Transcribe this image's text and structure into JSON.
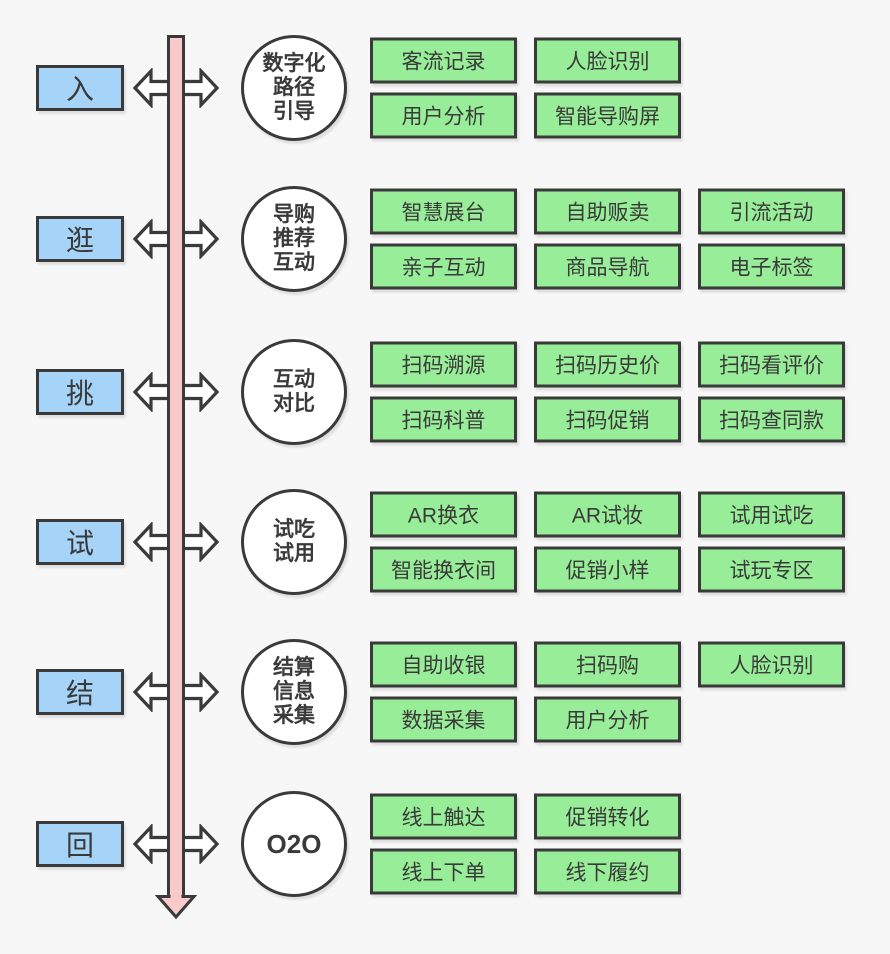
{
  "colors": {
    "background": "#f7f7f7",
    "ink": "#3a3a3a",
    "stage_fill": "#a6d3f8",
    "item_fill": "#98ee98",
    "timeline_fill": "#f9caca",
    "circle_fill": "#ffffff",
    "arrow_fill": "#ffffff"
  },
  "icons": {
    "timeline": "down-arrow-timeline",
    "connector": "double-headed-horizontal-arrow"
  },
  "rows": [
    {
      "stage": "入",
      "circle": [
        "数字化",
        "路径",
        "引导"
      ],
      "items_top": [
        "客流记录",
        "人脸识别"
      ],
      "items_bottom": [
        "用户分析",
        "智能导购屏"
      ]
    },
    {
      "stage": "逛",
      "circle": [
        "导购",
        "推荐",
        "互动"
      ],
      "items_top": [
        "智慧展台",
        "自助贩卖",
        "引流活动"
      ],
      "items_bottom": [
        "亲子互动",
        "商品导航",
        "电子标签"
      ]
    },
    {
      "stage": "挑",
      "circle": [
        "互动",
        "对比"
      ],
      "items_top": [
        "扫码溯源",
        "扫码历史价",
        "扫码看评价"
      ],
      "items_bottom": [
        "扫码科普",
        "扫码促销",
        "扫码查同款"
      ]
    },
    {
      "stage": "试",
      "circle": [
        "试吃",
        "试用"
      ],
      "items_top": [
        "AR换衣",
        "AR试妆",
        "试用试吃"
      ],
      "items_bottom": [
        "智能换衣间",
        "促销小样",
        "试玩专区"
      ]
    },
    {
      "stage": "结",
      "circle": [
        "结算",
        "信息",
        "采集"
      ],
      "items_top": [
        "自助收银",
        "扫码购",
        "人脸识别"
      ],
      "items_bottom": [
        "数据采集",
        "用户分析"
      ]
    },
    {
      "stage": "回",
      "circle": [
        "O2O"
      ],
      "items_top": [
        "线上触达",
        "促销转化"
      ],
      "items_bottom": [
        "线上下单",
        "线下履约"
      ]
    }
  ]
}
